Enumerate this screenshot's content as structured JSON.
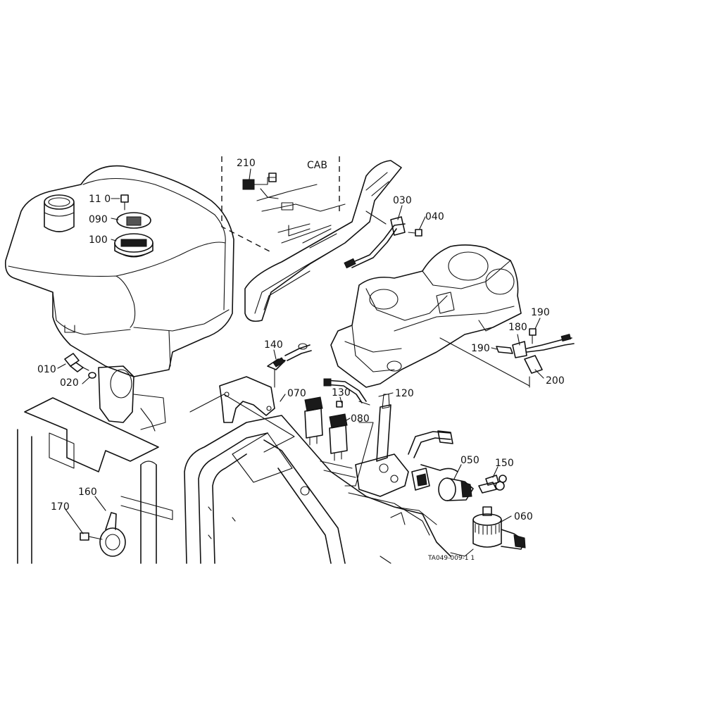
{
  "diagram": {
    "section_label": "CAB",
    "drawing_number": "TA049-009-1 1",
    "callouts": {
      "c010": "010",
      "c020": "020",
      "c030": "030",
      "c040": "040",
      "c050": "050",
      "c060": "060",
      "c070": "070",
      "c080": "080",
      "c090": "090",
      "c100": "100",
      "c110": "11 0",
      "c120": "120",
      "c130": "130",
      "c140": "140",
      "c150": "150",
      "c160": "160",
      "c170": "170",
      "c180": "180",
      "c190a": "190",
      "c190b": "190",
      "c200": "200",
      "c210": "210"
    }
  }
}
